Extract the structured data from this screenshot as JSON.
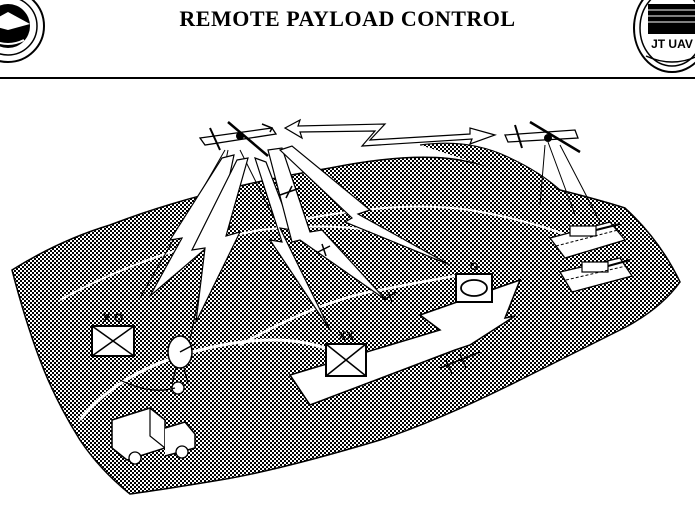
{
  "header": {
    "title": "REMOTE PAYLOAD CONTROL",
    "right_seal_text": "JT UAV"
  },
  "diagram": {
    "unit_labels": [
      "X O",
      "XX",
      "O"
    ],
    "colors": {
      "ink": "#000000",
      "paper": "#ffffff"
    }
  },
  "icons": [
    "dod-seal-icon",
    "jt-uav-seal-icon",
    "uav-aircraft-icon",
    "tank-icon",
    "truck-icon",
    "antenna-dish-icon",
    "radio-link-icon",
    "unit-symbol-icon"
  ]
}
